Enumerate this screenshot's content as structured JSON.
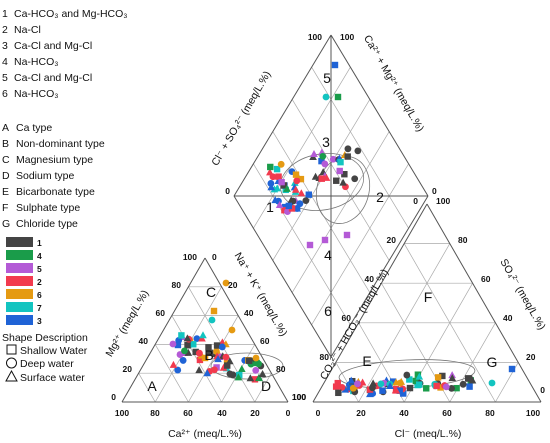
{
  "chart_data": {
    "type": "scatter",
    "water_type_legend": [
      {
        "num": "1",
        "label": "Ca-HCO₃ and Mg-HCO₃"
      },
      {
        "num": "2",
        "label": "Na-Cl"
      },
      {
        "num": "3",
        "label": "Ca-Cl and Mg-Cl"
      },
      {
        "num": "4",
        "label": "Na-HCO₃"
      },
      {
        "num": "5",
        "label": "Ca-Cl and Mg-Cl"
      },
      {
        "num": "6",
        "label": "Na-HCO₃"
      }
    ],
    "letter_legend": [
      {
        "letter": "A",
        "label": "Ca type"
      },
      {
        "letter": "B",
        "label": "Non-dominant type"
      },
      {
        "letter": "C",
        "label": "Magnesium type"
      },
      {
        "letter": "D",
        "label": "Sodium type"
      },
      {
        "letter": "E",
        "label": "Bicarbonate type"
      },
      {
        "letter": "F",
        "label": "Sulphate type"
      },
      {
        "letter": "G",
        "label": "Chloride  type"
      }
    ],
    "series": [
      {
        "name": "1",
        "color": "#444444"
      },
      {
        "name": "4",
        "color": "#1a9c4a"
      },
      {
        "name": "5",
        "color": "#b45ad6"
      },
      {
        "name": "2",
        "color": "#f23a4e"
      },
      {
        "name": "6",
        "color": "#e59a12"
      },
      {
        "name": "7",
        "color": "#12c4c0"
      },
      {
        "name": "3",
        "color": "#1f63d6"
      }
    ],
    "shape_legend": {
      "title": "Shape Description",
      "items": [
        {
          "shape": "square",
          "label": "Shallow Water"
        },
        {
          "shape": "circle",
          "label": "Deep water"
        },
        {
          "shape": "triangle",
          "label": "Surface water"
        }
      ]
    },
    "axes": {
      "cation_left": "Mg²⁺ (meq/L.%)",
      "cation_bottom": "Ca²⁺ (meq/L.%)",
      "cation_right": "Na⁺ + K⁺ (meq/L.%)",
      "anion_left": "CO₃²⁻ + HCO₃⁻ (meq/L.%)",
      "anion_bottom": "Cl⁻ (meq/L.%)",
      "anion_right": "SO₄²⁻ (meq/L.%)",
      "diamond_left": "Cl⁻ + SO₄²⁻ (meq/L.%)",
      "diamond_right": "Ca²⁺ + Mg²⁺ (meq/L.%)"
    },
    "tick_labels": {
      "cation_bottom": [
        "100",
        "80",
        "60",
        "40",
        "20",
        "0"
      ],
      "anion_bottom": [
        "0",
        "20",
        "40",
        "60",
        "80",
        "100"
      ],
      "cation_left": [
        "0",
        "20",
        "40",
        "60",
        "80",
        "100"
      ],
      "cation_right": [
        "0",
        "20",
        "40",
        "60",
        "80",
        "100"
      ],
      "anion_left": [
        "100",
        "80",
        "60",
        "40",
        "20",
        "0"
      ],
      "anion_right": [
        "100",
        "80",
        "60",
        "40",
        "20",
        "0"
      ],
      "diamond_top_left": "100",
      "diamond_top_right": "100",
      "diamond_side_left": "0",
      "diamond_side_right": "0"
    },
    "cation_zones": [
      "A",
      "B",
      "C",
      "D"
    ],
    "anion_zones": [
      "E",
      "F",
      "G"
    ],
    "diamond_zones": [
      "1",
      "2",
      "3",
      "4",
      "5",
      "6"
    ]
  }
}
